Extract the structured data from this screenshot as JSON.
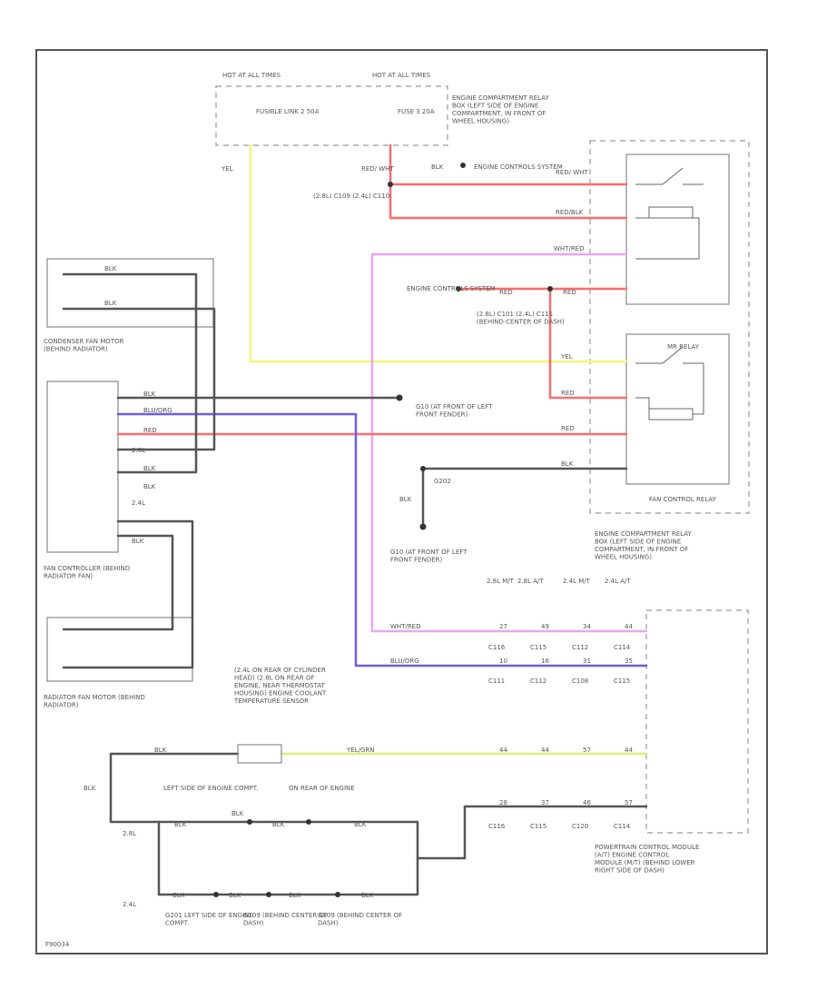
{
  "hot_at_left": "HOT AT ALL TIMES",
  "hot_at_right": "HOT AT ALL TIMES",
  "fusible_link": "FUSIBLE LINK 2 50A",
  "fuse": "FUSE 3 20A",
  "relay_box_top": "ENGINE COMPARTMENT RELAY BOX (LEFT SIDE OF ENGINE COMPARTMENT, IN FRONT OF WHEEL HOUSING)",
  "wire_yel": "YEL",
  "wire_red_wht": "RED/ WHT",
  "wire_blk_top": "BLK",
  "engine_controls_top": "ENGINE CONTROLS SYSTEM",
  "red_label_top": "RED/ WHT",
  "conn_top": "(2.8L) C109 (2.4L) C110",
  "red_blk": "RED/BLK",
  "wht_red": "WHT/RED",
  "engine_controls_mid": "ENGINE CONTROLS SYSTEM",
  "red_mid": "RED",
  "red_mid2": "RED",
  "conn_mid": "(2.8L) C101 (2.4L) C111 (BEHIND CENTER OF DASH)",
  "condenser_fan": "CONDENSER FAN MOTOR (BEHIND RADIATOR)",
  "blk_a": "BLK",
  "blk_b": "BLK",
  "blk_c": "BLK",
  "blu_org": "BLU/ORG",
  "red_c": "RED",
  "blk_d": "BLK",
  "blk_e": "BLK",
  "blk_f": "BLK",
  "fan_controller": "FAN CONTROLLER (BEHIND RADIATOR FAN)",
  "v_28": "2.8L",
  "v_24": "2.4L",
  "ground_g10_1": "G10 (AT FRONT OF LEFT FRONT FENDER)",
  "yel_r": "YEL",
  "mr_relay": "MR RELAY",
  "red_r1": "RED",
  "red_r2": "RED",
  "blk_r": "BLK",
  "fan_control_relay": "FAN CONTROL RELAY",
  "blk_g": "BLK",
  "g202": "G202",
  "ground_g10_2": "G10 (AT FRONT OF LEFT FRONT FENDER)",
  "relay_box_bottom": "ENGINE COMPARTMENT RELAY BOX (LEFT SIDE OF ENGINE COMPARTMENT, IN FRONT OF WHEEL HOUSING)",
  "cols": [
    "2.8L M/T",
    "2.8L A/T",
    "2.4L M/T",
    "2.4L A/T"
  ],
  "wht_red_b": "WHT/RED",
  "blu_org_b": "BLU/ORG",
  "pins_row1": [
    "27",
    "49",
    "34",
    "44"
  ],
  "conns_row1": [
    "C116",
    "C115",
    "C112",
    "C114"
  ],
  "pins_row2": [
    "10",
    "16",
    "31",
    "35"
  ],
  "conns_row2": [
    "C111",
    "C112",
    "C108",
    "C115"
  ],
  "radiator_fan": "RADIATOR FAN MOTOR (BEHIND RADIATOR)",
  "ect_sensor": "(2.4L ON REAR OF CYLINDER HEAD) (2.8L ON REAR OF ENGINE, NEAR THERMOSTAT HOUSING) ENGINE COOLANT TEMPERATURE SENSOR",
  "blk_s": "BLK",
  "yel_grn": "YEL/GRN",
  "pins_row3": [
    "44",
    "44",
    "57",
    "44"
  ],
  "blk_left": "BLK",
  "v_28_b": "2.8L",
  "v_24_b": "2.4L",
  "left_side_engine": "LEFT SIDE OF ENGINE COMPT.",
  "on_rear_engine": "ON REAR OF ENGINE",
  "blk_h": "BLK",
  "blk_i": "BLK",
  "blk_j": "BLK",
  "blk_k": "BLK",
  "pins_row4": [
    "28",
    "37",
    "46",
    "57"
  ],
  "conns_row4": [
    "C116",
    "C115",
    "C120",
    "C114"
  ],
  "blk_m": "BLK",
  "blk_n": "BLK",
  "blk_o": "BLK",
  "blk_p": "BLK",
  "pcm": "POWERTRAIN CONTROL MODULE (A/T) ENGINE CONTROL MODULE (M/T) (BEHIND LOWER RIGHT SIDE OF DASH)",
  "g_lower_1": "G201 LEFT SIDE OF ENGINE COMPT.",
  "g_lower_2": "G109 (BEHIND CENTER OF DASH)",
  "g_lower_3": "G109 (BEHIND CENTER OF DASH)",
  "figure_id": "F90034"
}
